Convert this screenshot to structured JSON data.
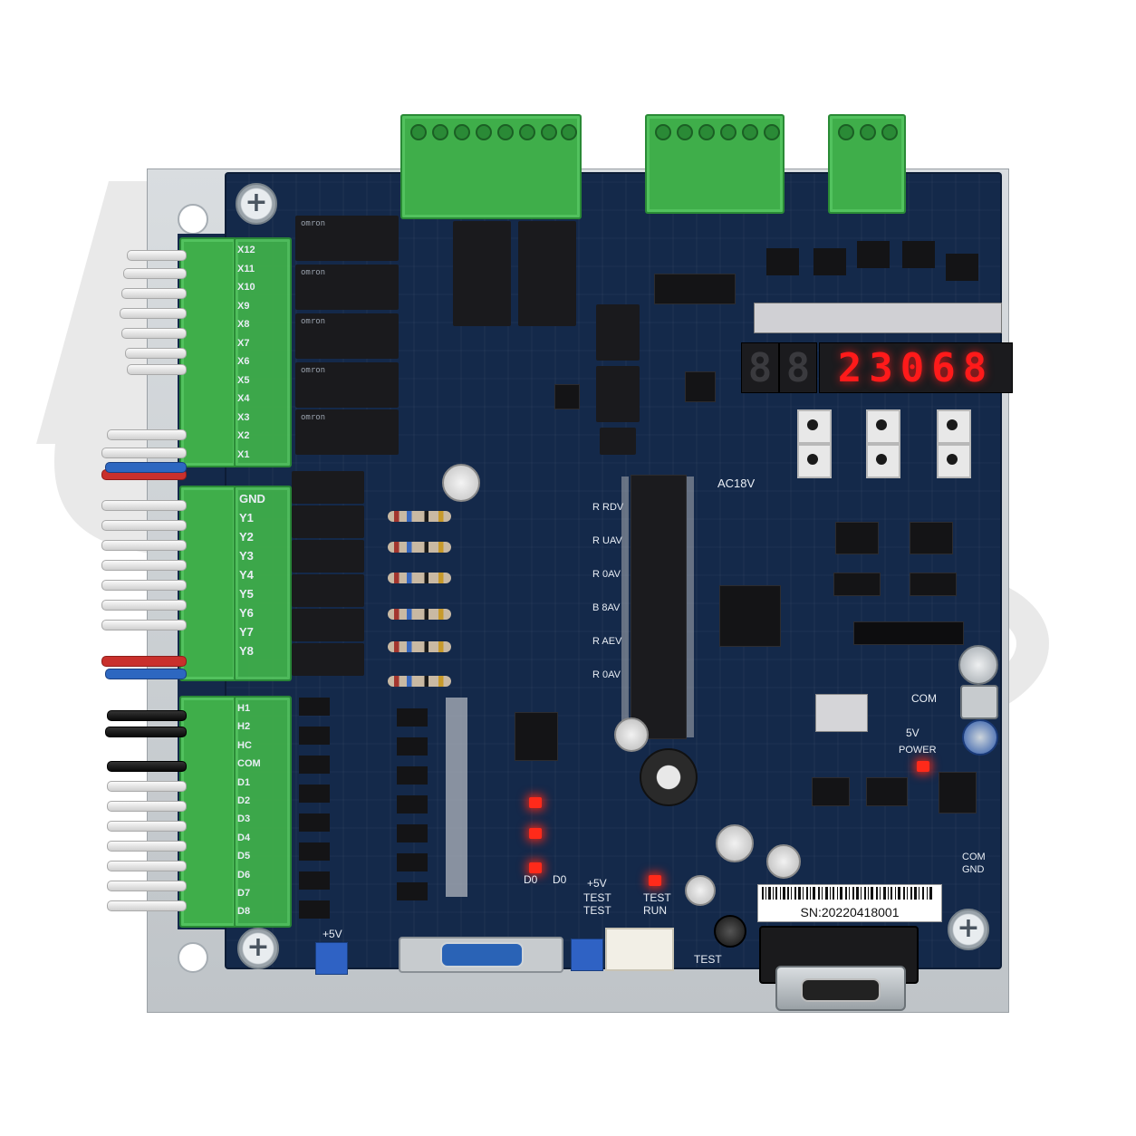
{
  "board": {
    "display_digits_lit": "23068",
    "left_labels_top": [
      "X12",
      "X11",
      "X10",
      "X9",
      "X8",
      "X7",
      "X6",
      "X5",
      "X4",
      "X3",
      "X2",
      "X1"
    ],
    "left_labels_mid": [
      "GND",
      "Y1",
      "Y2",
      "Y3",
      "Y4",
      "Y5",
      "Y6",
      "Y7",
      "Y8"
    ],
    "left_labels_bottom": [
      "H1",
      "H2",
      "HC",
      "COM",
      "D1",
      "D2",
      "D3",
      "D4",
      "D5",
      "D6",
      "D7",
      "D8"
    ],
    "ac_label": "AC18V",
    "com_label": "COM",
    "v5_label": "5V",
    "power_label": "POWER",
    "com_gnd_label_com": "COM",
    "com_gnd_label_gnd": "GND",
    "test_label": "TEST",
    "test_label_2": "TEST",
    "test_run_label_test": "TEST",
    "test_run_label_run": "RUN",
    "plus5v_label": "+5V",
    "plus5v_label_2": "+5V",
    "d0_label": "D0",
    "d0_label_2": "D0",
    "test_bottom_label": "TEST",
    "serial_number": "SN:20220418001",
    "relay_brand": "omron",
    "r_labels": [
      "R RDV",
      "R UAV",
      "R 0AV",
      "B 8AV",
      "R AEV",
      "R 0AV"
    ]
  },
  "colors": {
    "pcb": "#14294a",
    "terminal_green": "#3fae4a",
    "led_red": "#ff2a1a",
    "display_red": "#ff1a1a"
  }
}
